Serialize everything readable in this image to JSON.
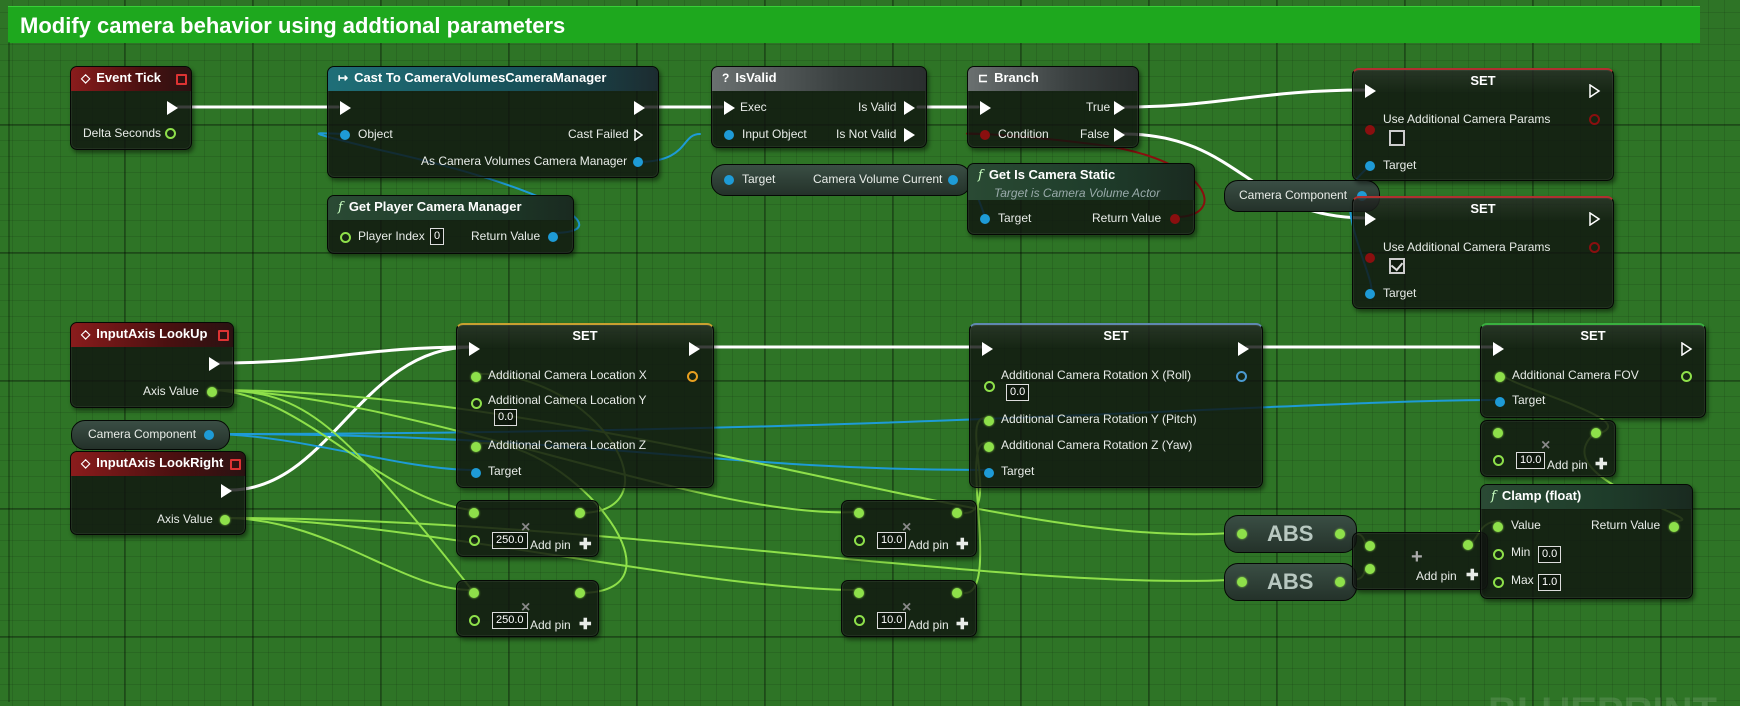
{
  "comment": {
    "title": "Modify camera behavior using addtional parameters"
  },
  "event_tick": {
    "title": "Event Tick",
    "delta_seconds": "Delta Seconds"
  },
  "cast": {
    "title": "Cast To CameraVolumesCameraManager",
    "object": "Object",
    "cast_failed": "Cast Failed",
    "as_manager": "As Camera Volumes Camera Manager"
  },
  "get_pcm": {
    "title": "Get Player Camera Manager",
    "player_index": "Player Index",
    "player_index_value": "0",
    "return_value": "Return Value"
  },
  "isvalid": {
    "title": "IsValid",
    "exec": "Exec",
    "is_valid": "Is Valid",
    "input_object": "Input Object",
    "is_not_valid": "Is Not Valid"
  },
  "cvc": {
    "target": "Target",
    "label": "Camera Volume Current"
  },
  "branch": {
    "title": "Branch",
    "true": "True",
    "condition": "Condition",
    "false": "False"
  },
  "get_static": {
    "title": "Get Is Camera Static",
    "subtitle": "Target is Camera Volume Actor",
    "target": "Target",
    "return_value": "Return Value"
  },
  "set1": {
    "title": "SET",
    "param": "Use Additional Camera Params",
    "checked": false,
    "target": "Target"
  },
  "set2": {
    "title": "SET",
    "param": "Use Additional Camera Params",
    "checked": true,
    "target": "Target"
  },
  "cam_comp_top": {
    "label": "Camera Component"
  },
  "lookup": {
    "title": "InputAxis LookUp",
    "axis_value": "Axis Value"
  },
  "lookright": {
    "title": "InputAxis LookRight",
    "axis_value": "Axis Value"
  },
  "cam_comp_left": {
    "label": "Camera Component"
  },
  "set_loc": {
    "title": "SET",
    "x": "Additional Camera Location X",
    "y": "Additional Camera Location Y",
    "y_value": "0.0",
    "z": "Additional Camera Location Z",
    "target": "Target"
  },
  "set_rot": {
    "title": "SET",
    "x": "Additional Camera Rotation X (Roll)",
    "x_value": "0.0",
    "y": "Additional Camera Rotation Y (Pitch)",
    "z": "Additional Camera Rotation Z (Yaw)",
    "target": "Target"
  },
  "set_fov": {
    "title": "SET",
    "fov": "Additional Camera FOV",
    "target": "Target"
  },
  "mul1": {
    "value": "250.0",
    "add_pin": "Add pin"
  },
  "mul2": {
    "value": "250.0",
    "add_pin": "Add pin"
  },
  "mul3": {
    "value": "10.0",
    "add_pin": "Add pin"
  },
  "mul4": {
    "value": "10.0",
    "add_pin": "Add pin"
  },
  "mul5": {
    "value": "10.0",
    "add_pin": "Add pin"
  },
  "abs1": {
    "label": "ABS"
  },
  "abs2": {
    "label": "ABS"
  },
  "add": {
    "add_pin": "Add pin"
  },
  "clamp": {
    "title": "Clamp (float)",
    "value": "Value",
    "return_value": "Return Value",
    "min": "Min",
    "min_value": "0.0",
    "max": "Max",
    "max_value": "1.0"
  },
  "watermark": {
    "text": "BLUEPRINT"
  },
  "colors": {
    "comment": "#1ea81e",
    "exec": "#ffffff",
    "float": "#8ee04a",
    "object": "#1e9bd6",
    "bool": "#8a0f0f"
  }
}
